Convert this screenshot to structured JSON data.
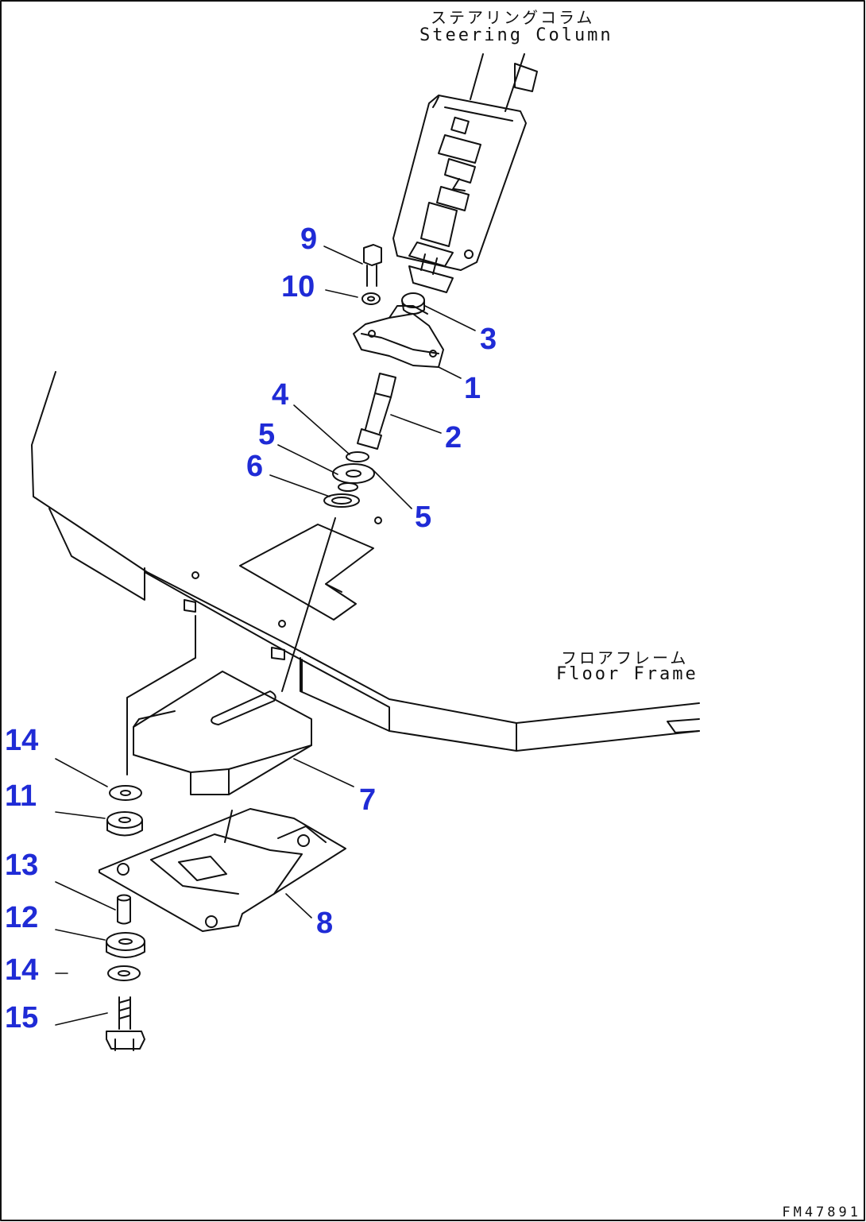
{
  "labels": {
    "steering_jp": "ステアリングコラム",
    "steering_en": "Steering Column",
    "floor_jp": "フロアフレーム",
    "floor_en": "Floor Frame"
  },
  "callouts": [
    "1",
    "2",
    "3",
    "4",
    "5",
    "5",
    "6",
    "7",
    "8",
    "9",
    "10",
    "11",
    "12",
    "13",
    "14",
    "14",
    "15"
  ],
  "drawing_code": "FM47891",
  "colors": {
    "callout": "#1f2bd6",
    "line": "#111111"
  }
}
